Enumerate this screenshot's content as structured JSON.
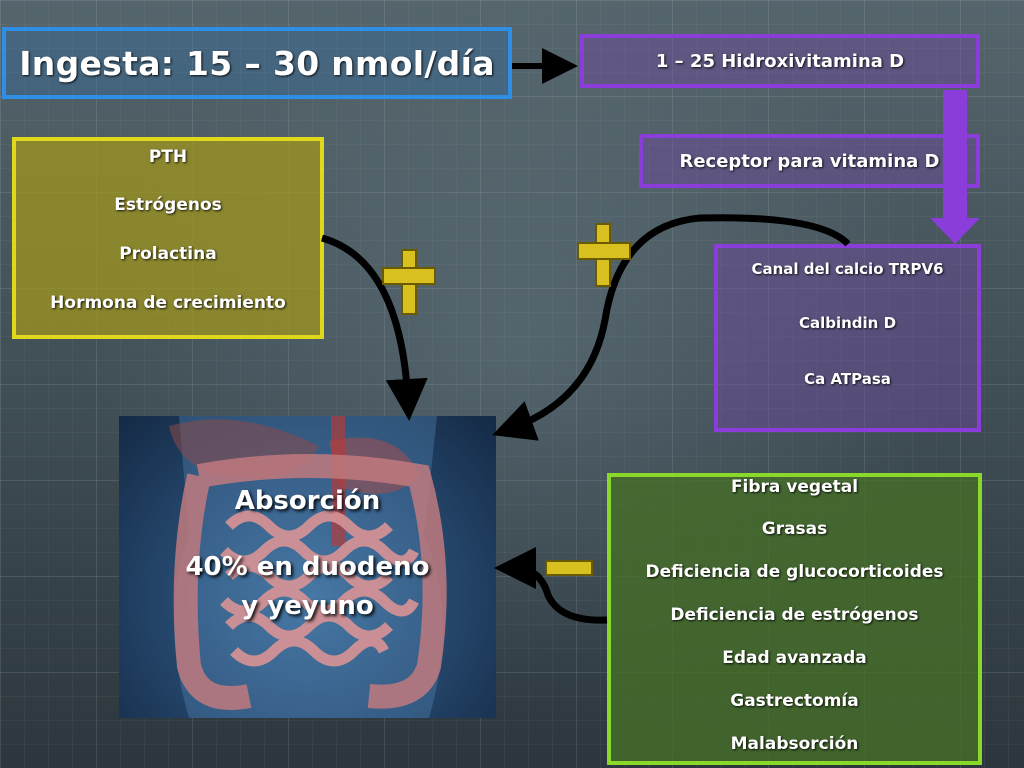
{
  "title": "Ingesta: 15 – 30 nmol/día",
  "hydroxy": "1 – 25 Hidroxivitamina D",
  "receptor": "Receptor para vitamina D",
  "transport": [
    "Canal del calcio TRPV6",
    "Calbindin D",
    "Ca ATPasa"
  ],
  "hormones": [
    "PTH",
    "Estrógenos",
    "Prolactina",
    "Hormona de crecimiento"
  ],
  "absorption": {
    "title": "Absorción",
    "line1": "40% en duodeno",
    "line2": "y yeyuno"
  },
  "inhibitors": [
    "Fibra vegetal",
    "Grasas",
    "Deficiencia de glucocorticoides",
    "Deficiencia de estrógenos",
    "Edad avanzada",
    "Gastrectomía",
    "Malabsorción"
  ],
  "colors": {
    "blue": "#2f8fe6",
    "purple": "#8a3dd8",
    "yellow": "#e0d81a",
    "green": "#8ad82a",
    "plus": "#d8c020",
    "minus": "#d8c020"
  }
}
